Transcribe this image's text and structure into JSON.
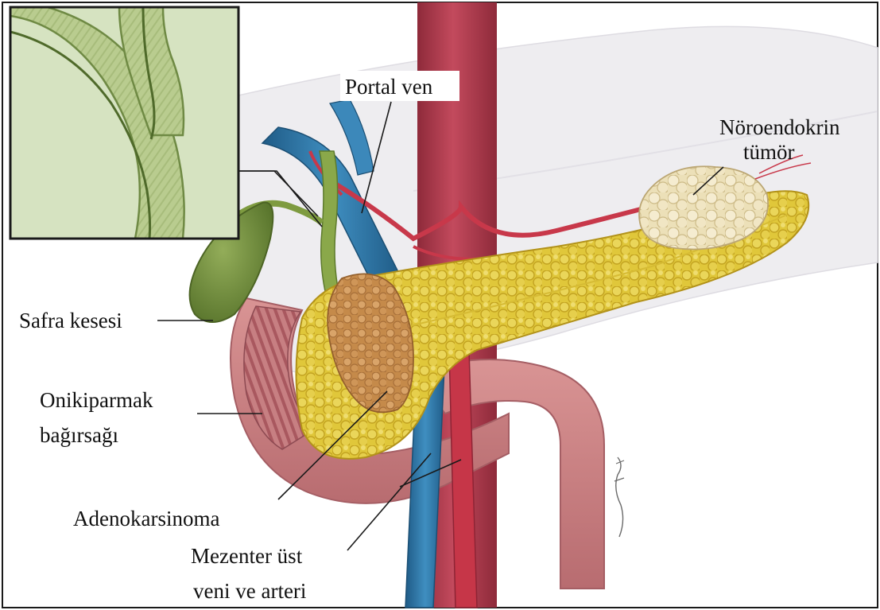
{
  "labels": {
    "portal_vein": "Portal ven",
    "neuroendocrine_line1": "Nöroendokrin",
    "neuroendocrine_line2": "tümör",
    "gallbladder": "Safra kesesi",
    "duodenum_line1": "Onikiparmak",
    "duodenum_line2": "bağırsağı",
    "adenocarcinoma": "Adenokarsinoma",
    "mesenteric_line1": "Mezenter üst",
    "mesenteric_line2": "veni ve arteri"
  },
  "colors": {
    "liver": "#ecebee",
    "aorta": "#b53a4e",
    "vein": "#2e78a8",
    "artery": "#c63648",
    "gallbladder": "#6f8f3a",
    "bile_duct": "#8aa84a",
    "pancreas": "#e0c73a",
    "pancreas_lobule": "#c9ab24",
    "adenocarcinoma": "#c58a4a",
    "neuroendocrine_tumor": "#efe2bc",
    "duodenum": "#c98080",
    "inset_background": "#cddcb4",
    "frame": "#1a1a1a"
  },
  "icons": {
    "signature": "artist-signature-icon"
  }
}
